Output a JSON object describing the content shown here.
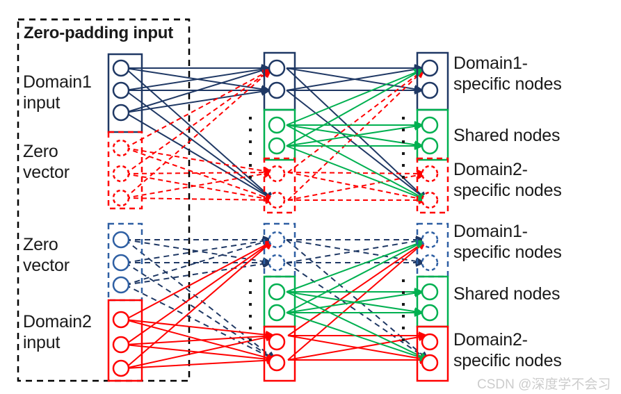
{
  "figure": {
    "title_box_label": "Zero-padding input",
    "watermark": "CSDN @深度学不会习",
    "colors": {
      "navy": "#1f3864",
      "green": "#00b050",
      "red": "#ff0000",
      "blue": "#2e5fa3",
      "black": "#000000",
      "text": "#1a1a1a",
      "watermark": "#cccccc"
    },
    "left_labels": {
      "domain1_input": "Domain1\ninput",
      "zero_vector_top": "Zero\nvector",
      "zero_vector_bottom": "Zero\nvector",
      "domain2_input": "Domain2\ninput"
    },
    "right_labels": {
      "top_domain1": "Domain1-\nspecific nodes",
      "top_shared": "Shared nodes",
      "top_domain2": "Domain2-\nspecific nodes",
      "bottom_domain1": "Domain1-\nspecific nodes",
      "bottom_shared": "Shared nodes",
      "bottom_domain2": "Domain2-\nspecific nodes"
    },
    "ellipsis_glyph": "·",
    "layers": {
      "top": [
        {
          "name": "input-layer-top",
          "groups": [
            {
              "name": "domain1-input-nodes",
              "color": "navy",
              "style": "solid",
              "count": 3
            },
            {
              "name": "zero-vector-nodes",
              "color": "red",
              "style": "dashed",
              "count": 3
            }
          ]
        },
        {
          "name": "hidden-layer-top",
          "groups": [
            {
              "name": "domain1-specific-nodes",
              "color": "navy",
              "style": "solid",
              "count": 2
            },
            {
              "name": "shared-nodes",
              "color": "green",
              "style": "solid",
              "count": 2
            },
            {
              "name": "domain2-specific-nodes",
              "color": "red",
              "style": "dashed",
              "count": 2
            }
          ]
        },
        {
          "name": "output-layer-top",
          "groups": [
            {
              "name": "domain1-specific-nodes",
              "color": "navy",
              "style": "solid",
              "count": 2
            },
            {
              "name": "shared-nodes",
              "color": "green",
              "style": "solid",
              "count": 2
            },
            {
              "name": "domain2-specific-nodes",
              "color": "red",
              "style": "dashed",
              "count": 2
            }
          ]
        }
      ],
      "bottom": [
        {
          "name": "input-layer-bottom",
          "groups": [
            {
              "name": "zero-vector-nodes",
              "color": "blue",
              "style": "dashed",
              "count": 3
            },
            {
              "name": "domain2-input-nodes",
              "color": "red",
              "style": "solid",
              "count": 3
            }
          ]
        },
        {
          "name": "hidden-layer-bottom",
          "groups": [
            {
              "name": "domain1-specific-nodes",
              "color": "blue",
              "style": "dashed",
              "count": 2
            },
            {
              "name": "shared-nodes",
              "color": "green",
              "style": "solid",
              "count": 2
            },
            {
              "name": "domain2-specific-nodes",
              "color": "red",
              "style": "solid",
              "count": 2
            }
          ]
        },
        {
          "name": "output-layer-bottom",
          "groups": [
            {
              "name": "domain1-specific-nodes",
              "color": "blue",
              "style": "dashed",
              "count": 2
            },
            {
              "name": "shared-nodes",
              "color": "green",
              "style": "solid",
              "count": 2
            },
            {
              "name": "domain2-specific-nodes",
              "color": "red",
              "style": "solid",
              "count": 2
            }
          ]
        }
      ]
    }
  }
}
